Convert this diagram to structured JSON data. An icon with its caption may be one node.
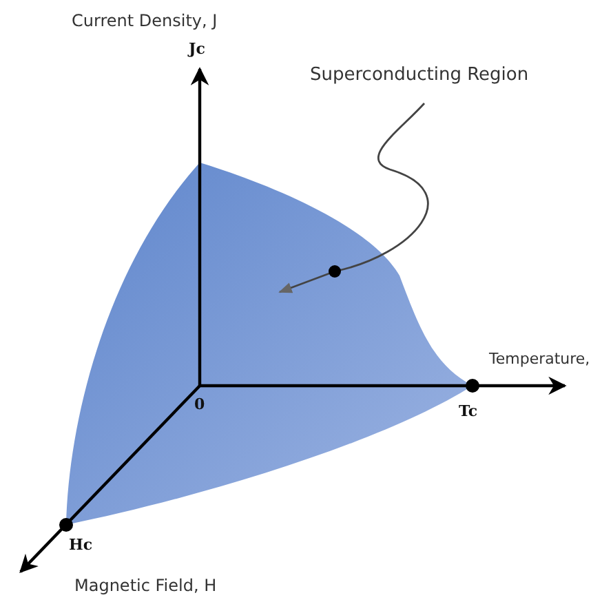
{
  "diagram": {
    "nodes": [
      {
        "text": [
          "Superconducting Region"
        ]
      },
      {
        "text": [],
        "shape": "surface"
      }
    ],
    "edges": [
      {
        "from": 0,
        "to": 1,
        "arrow": "to"
      }
    ],
    "labels": [
      "Current Density, J",
      "Jc",
      "Temperature,",
      "0",
      "Tc",
      "Hc",
      "Magnetic Field, H"
    ]
  }
}
